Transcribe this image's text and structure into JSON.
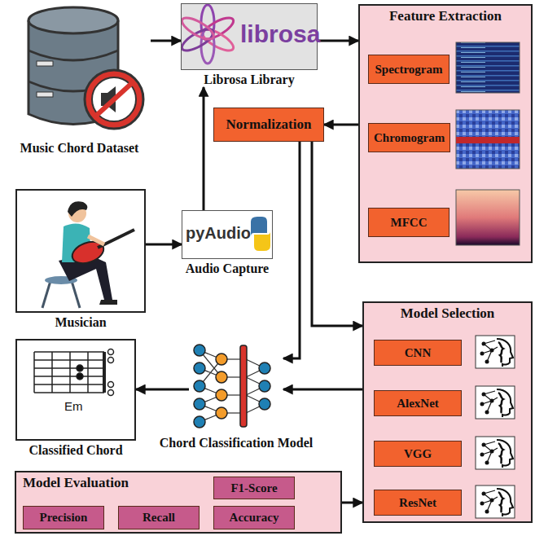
{
  "diagram": {
    "nodes": [
      {
        "text": [
          "Music Chord Dataset"
        ]
      },
      {
        "text": [
          "librosa",
          "Librosa Library"
        ]
      },
      {
        "text": [
          "Feature Extraction"
        ]
      },
      {
        "text": [
          "Spectrogram"
        ],
        "in": 2
      },
      {
        "text": [
          "Chromogram"
        ],
        "in": 2
      },
      {
        "text": [
          "MFCC"
        ],
        "in": 2
      },
      {
        "text": [
          "Normalization"
        ]
      },
      {
        "text": [
          "Musician"
        ]
      },
      {
        "text": [
          "pyAudio",
          "Audio Capture"
        ]
      },
      {
        "text": [
          "Model Selection"
        ]
      },
      {
        "text": [
          "CNN"
        ],
        "in": 9
      },
      {
        "text": [
          "AlexNet"
        ],
        "in": 9
      },
      {
        "text": [
          "VGG"
        ],
        "in": 9
      },
      {
        "text": [
          "ResNet"
        ],
        "in": 9
      },
      {
        "text": [
          "Em",
          "Classified Chord"
        ]
      },
      {
        "text": [
          "Chord Classification Model"
        ]
      },
      {
        "text": [
          "Model Evaluation"
        ]
      },
      {
        "text": [
          "F1-Score"
        ],
        "in": 16
      },
      {
        "text": [
          "Precision"
        ],
        "in": 16
      },
      {
        "text": [
          "Recall"
        ],
        "in": 16
      },
      {
        "text": [
          "Accuracy"
        ],
        "in": 16
      }
    ],
    "edges": [
      {
        "from": 0,
        "to": 1,
        "arrow": "to"
      },
      {
        "from": 1,
        "to": 2,
        "arrow": "to"
      },
      {
        "from": 2,
        "to": 6,
        "arrow": "to"
      },
      {
        "from": 7,
        "to": 8,
        "arrow": "to"
      },
      {
        "from": 8,
        "to": 1,
        "arrow": "to"
      },
      {
        "from": 6,
        "to": 15,
        "arrow": "to"
      },
      {
        "from": 6,
        "to": 9,
        "arrow": "to"
      },
      {
        "from": 9,
        "to": 15,
        "arrow": "to"
      },
      {
        "from": 15,
        "to": 14,
        "arrow": "to"
      },
      {
        "from": 16,
        "to": 9,
        "arrow": "to"
      }
    ]
  }
}
